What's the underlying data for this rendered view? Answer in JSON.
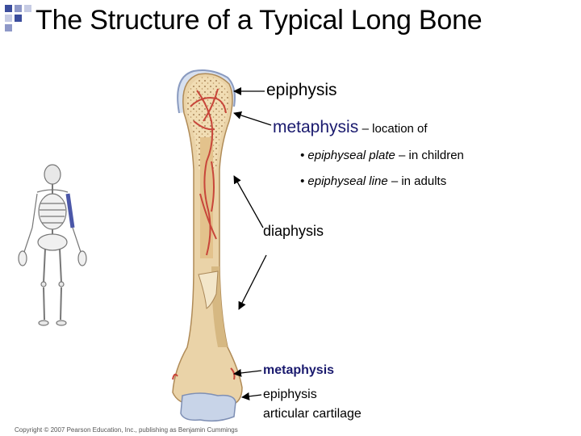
{
  "title": "The Structure of a Typical Long Bone",
  "labels": {
    "epiphysis_top": "epiphysis",
    "metaphysis_top": "metaphysis",
    "location_of": "– location of",
    "bullet1_term": "• epiphyseal plate",
    "bullet1_rest": "– in children",
    "bullet2_term": "• epiphyseal line",
    "bullet2_rest": "– in adults",
    "diaphysis": "diaphysis",
    "metaphysis_bottom": "metaphysis",
    "epiphysis_bottom": "epiphysis",
    "articular_cartilage": "articular cartilage"
  },
  "copyright": "Copyright © 2007 Pearson Education, Inc., publishing as Benjamin Cummings",
  "colors": {
    "bone": "#ead3a8",
    "bone_shade": "#d6b882",
    "vessel": "#c8463a",
    "cartilage": "#c8d4e8",
    "highlight": "#4b57a8",
    "corner_squares": [
      "#3b4d9c",
      "#8e98c8",
      "#c6cbe4"
    ]
  }
}
